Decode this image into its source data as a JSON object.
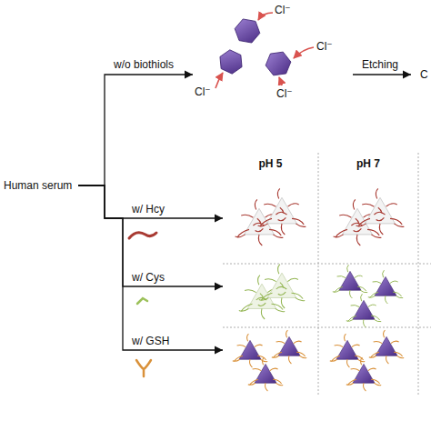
{
  "diagram": {
    "nodes": [
      {
        "text": [
          "Human serum"
        ]
      },
      {
        "text": [
          "Cl⁻",
          "Cl⁻",
          "Cl⁻",
          "Cl⁻"
        ]
      },
      {
        "text": [
          "pH 5",
          "pH 7"
        ]
      }
    ],
    "edges": [
      {
        "from": 0,
        "to": 1,
        "arrow": "to",
        "label": "w/o biothiols"
      },
      {
        "from": 0,
        "to": 2,
        "arrow": "to",
        "label": "w/ Hcy"
      },
      {
        "from": 0,
        "to": 2,
        "arrow": "to",
        "label": "w/ Cys"
      },
      {
        "from": 0,
        "to": 2,
        "arrow": "to",
        "label": "w/ GSH"
      }
    ],
    "labels": [
      "Etching",
      "C"
    ]
  }
}
